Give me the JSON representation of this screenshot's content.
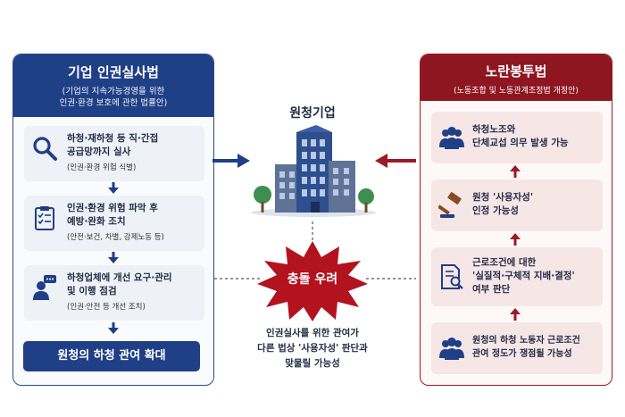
{
  "left": {
    "title": "기업 인권실사법",
    "subtitle_1": "(기업의 지속가능경영을 위한",
    "subtitle_2": "인권·환경 보호에 관한 법률안)",
    "steps": [
      {
        "line1": "하청·재하청 등 직·간접",
        "line2": "공급망까지 실사",
        "note": "(인권·환경 위험 식별)",
        "icon": "magnifier-icon"
      },
      {
        "line1": "인권·환경 위험 파악 후",
        "line2": "예방·완화 조치",
        "note": "(안전·보건, 차별, 강제노동 등)",
        "icon": "clipboard-checklist-icon"
      },
      {
        "line1": "하청업체에 개선 요구·관리",
        "line2": "및 이행 점검",
        "note": "(인권·안전 등 개선 조치)",
        "icon": "person-speech-icon"
      }
    ],
    "result": "원청의 하청 관여 확대",
    "colors": {
      "primary": "#1f3f86",
      "card": "#eef1f6"
    }
  },
  "center": {
    "title": "원청기업",
    "conflict": "충돌 우려",
    "desc_1": "인권실사를 위한 관여가",
    "desc_2": "다른 법상 '사용자성' 판단과",
    "desc_3": "맞물릴 가능성",
    "colors": {
      "burst": "#b3121f"
    }
  },
  "right": {
    "title": "노란봉투법",
    "subtitle": "(노동조합 및 노동관계조정법 개정안)",
    "steps": [
      {
        "line1": "하청노조와",
        "line2": "단체교섭 의무 발생 가능",
        "icon": "people-group-icon"
      },
      {
        "line1": "원청 '사용자성'",
        "line2": "인정 가능성",
        "icon": "gavel-icon"
      },
      {
        "line1": "근로조건에 대한",
        "line2": "'실질적·구체적 지배·결정'",
        "line3": "여부 판단",
        "icon": "document-search-icon"
      },
      {
        "line1": "원청의 하청 노동자 근로조건",
        "line2": "관여 정도가 쟁점될 가능성",
        "icon": "people-group-icon"
      }
    ],
    "colors": {
      "primary": "#8e1620",
      "card": "#f7e6e6"
    }
  }
}
